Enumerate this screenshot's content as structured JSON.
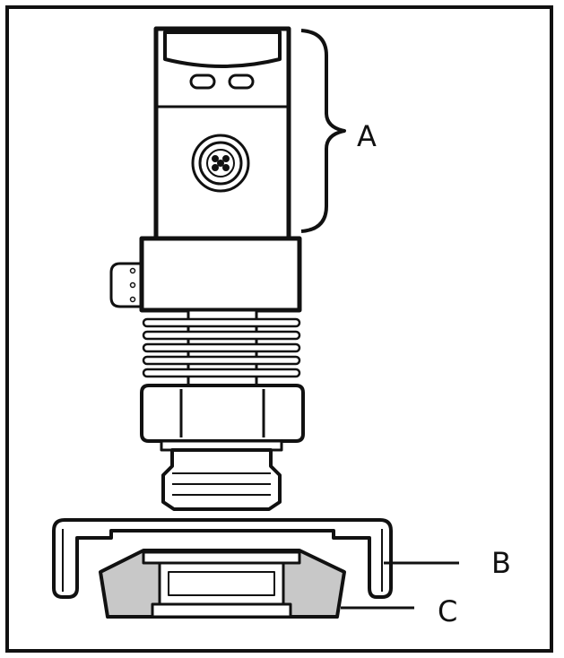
{
  "labels": {
    "a": "A",
    "b": "B",
    "c": "C"
  },
  "colors": {
    "outline": "#111111",
    "fill": "#ffffff",
    "gasket": "#c8c8c8"
  }
}
